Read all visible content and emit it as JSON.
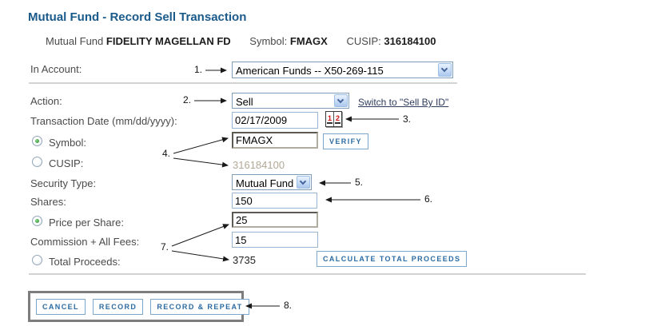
{
  "header": {
    "title": "Mutual Fund - Record Sell Transaction",
    "fund_label": "Mutual Fund",
    "fund_name": "FIDELITY MAGELLAN FD",
    "symbol_label": "Symbol:",
    "symbol_value": "FMAGX",
    "cusip_label": "CUSIP:",
    "cusip_value": "316184100"
  },
  "form": {
    "in_account": {
      "label": "In Account:",
      "value": "American Funds -- X50-269-115"
    },
    "action": {
      "label": "Action:",
      "value": "Sell",
      "switch_link": "Switch to \"Sell By ID\""
    },
    "transaction_date": {
      "label": "Transaction Date (mm/dd/yyyy):",
      "value": "02/17/2009"
    },
    "symbol": {
      "label": "Symbol:",
      "value": "FMAGX",
      "verify_button": "VERIFY"
    },
    "cusip": {
      "label": "CUSIP:",
      "value": "316184100"
    },
    "security_type": {
      "label": "Security Type:",
      "value": "Mutual Fund"
    },
    "shares": {
      "label": "Shares:",
      "value": "150"
    },
    "price_per_share": {
      "label": "Price per Share:",
      "value": "25"
    },
    "commission": {
      "label": "Commission + All Fees:",
      "value": "15"
    },
    "total_proceeds": {
      "label": "Total Proceeds:",
      "value": "3735",
      "calculate_button": "CALCULATE TOTAL PROCEEDS"
    }
  },
  "calendar_icon": {
    "digit1": "1",
    "digit2": "2"
  },
  "footer_buttons": {
    "cancel": "CANCEL",
    "record": "RECORD",
    "record_repeat": "RECORD & REPEAT"
  },
  "annotations": {
    "n1": "1.",
    "n2": "2.",
    "n3": "3.",
    "n4": "4.",
    "n5": "5.",
    "n6": "6.",
    "n7": "7.",
    "n8": "8."
  },
  "colors": {
    "title": "#1a5a8a",
    "button_text": "#2b6ba3",
    "button_border": "#7fa7cc",
    "input_border": "#98b6d4",
    "link": "#2e3c5e",
    "muted_value": "#b2a896",
    "annotation_box": "#7d7d7d"
  }
}
